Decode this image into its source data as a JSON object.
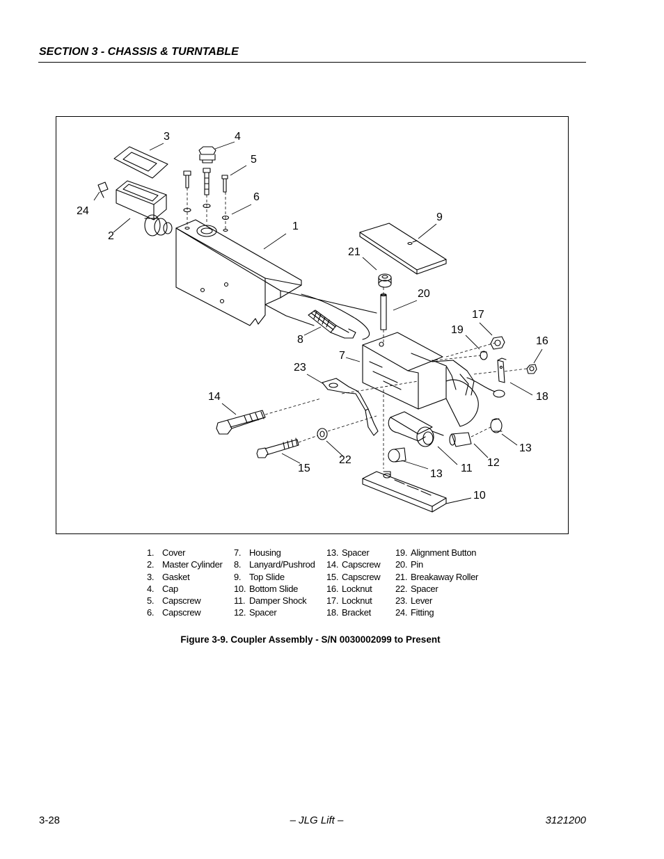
{
  "header": {
    "section_title": "SECTION 3 - CHASSIS & TURNTABLE"
  },
  "figure": {
    "callouts": [
      "3",
      "4",
      "5",
      "6",
      "24",
      "2",
      "1",
      "9",
      "21",
      "20",
      "17",
      "19",
      "16",
      "8",
      "7",
      "23",
      "14",
      "18",
      "13",
      "12",
      "11",
      "22",
      "15",
      "13",
      "10"
    ],
    "caption": "Figure 3-9.  Coupler Assembly - S/N 0030002099 to Present"
  },
  "legend": {
    "columns": [
      [
        {
          "num": "1.",
          "label": "Cover"
        },
        {
          "num": "2.",
          "label": "Master Cylinder"
        },
        {
          "num": "3.",
          "label": "Gasket"
        },
        {
          "num": "4.",
          "label": "Cap"
        },
        {
          "num": "5.",
          "label": "Capscrew"
        },
        {
          "num": "6.",
          "label": "Capscrew"
        }
      ],
      [
        {
          "num": "7.",
          "label": "Housing"
        },
        {
          "num": "8.",
          "label": "Lanyard/Pushrod"
        },
        {
          "num": "9.",
          "label": "Top Slide"
        },
        {
          "num": "10.",
          "label": "Bottom Slide"
        },
        {
          "num": "11.",
          "label": "Damper Shock"
        },
        {
          "num": "12.",
          "label": "Spacer"
        }
      ],
      [
        {
          "num": "13.",
          "label": "Spacer"
        },
        {
          "num": "14.",
          "label": "Capscrew"
        },
        {
          "num": "15.",
          "label": "Capscrew"
        },
        {
          "num": "16.",
          "label": "Locknut"
        },
        {
          "num": "17.",
          "label": "Locknut"
        },
        {
          "num": "18.",
          "label": "Bracket"
        }
      ],
      [
        {
          "num": "19.",
          "label": "Alignment Button"
        },
        {
          "num": "20.",
          "label": "Pin"
        },
        {
          "num": "21.",
          "label": "Breakaway Roller"
        },
        {
          "num": "22.",
          "label": "Spacer"
        },
        {
          "num": "23.",
          "label": "Lever"
        },
        {
          "num": "24.",
          "label": "Fitting"
        }
      ]
    ]
  },
  "footer": {
    "page_number": "3-28",
    "center": "– JLG Lift –",
    "doc_number": "3121200"
  }
}
